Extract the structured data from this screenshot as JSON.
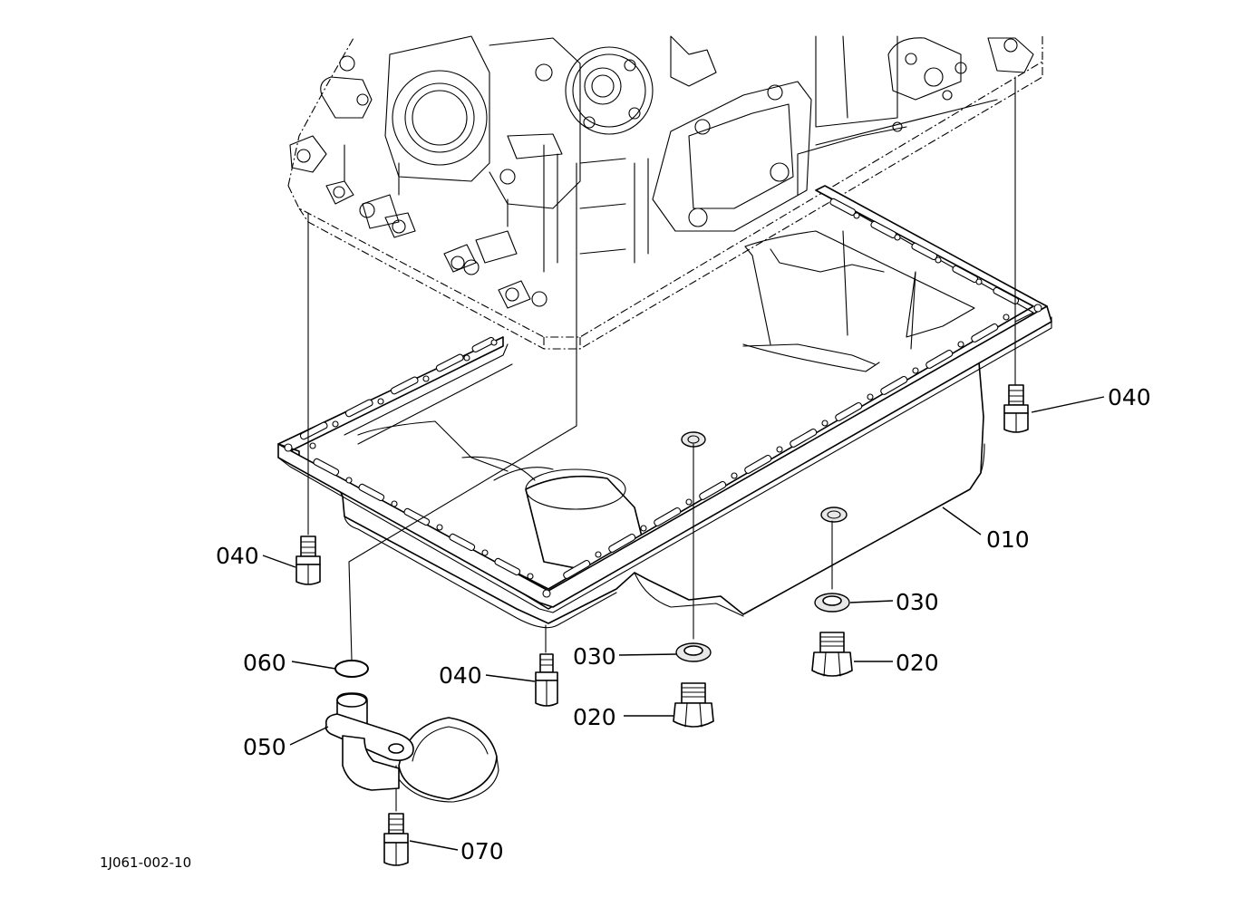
{
  "figure": {
    "id_label": "1J061-002-10"
  },
  "callouts": [
    {
      "key": "oil_pan",
      "label": "010"
    },
    {
      "key": "drain_plug_right",
      "label": "020"
    },
    {
      "key": "drain_plug_center",
      "label": "020"
    },
    {
      "key": "gasket_right",
      "label": "030"
    },
    {
      "key": "gasket_center",
      "label": "030"
    },
    {
      "key": "bolt_upper_right",
      "label": "040"
    },
    {
      "key": "bolt_left",
      "label": "040"
    },
    {
      "key": "bolt_center",
      "label": "040"
    },
    {
      "key": "oil_strainer",
      "label": "050"
    },
    {
      "key": "o_ring",
      "label": "060"
    },
    {
      "key": "strainer_bolt",
      "label": "070"
    }
  ],
  "parts": [
    {
      "name": "engine-block-lower",
      "shown_as": "dashed outline"
    },
    {
      "name": "oil-pan-gasket-flange"
    },
    {
      "name": "oil-pan"
    },
    {
      "name": "drain-plug"
    },
    {
      "name": "drain-gasket"
    },
    {
      "name": "flange-bolt"
    },
    {
      "name": "oil-strainer"
    },
    {
      "name": "o-ring"
    }
  ],
  "colors": {
    "line": "#000000",
    "background": "#ffffff"
  }
}
